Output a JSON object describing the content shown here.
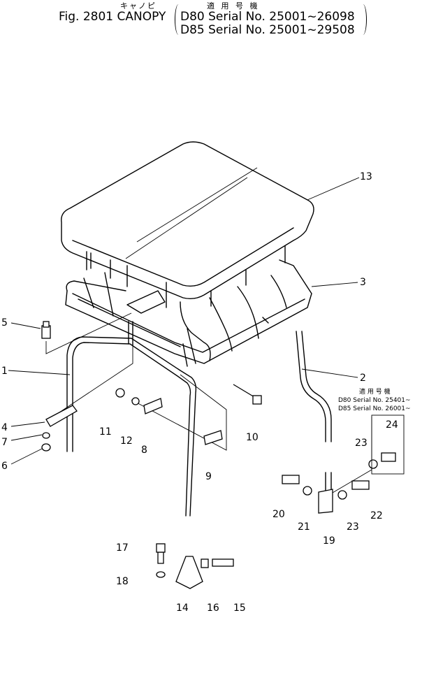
{
  "header": {
    "jp_title": "キャノピ",
    "jp_applicable": "適 用 号 機",
    "fig_title": "Fig. 2801 CANOPY",
    "serial_d80": "D80 Serial No. 25001~26098",
    "serial_d85": "D85 Serial No. 25001~29508"
  },
  "note": {
    "jp": "適 用 号 機",
    "d80": "D80 Serial No. 25401~",
    "d85": "D85 Serial No. 26001~"
  },
  "callouts": [
    "1",
    "2",
    "3",
    "4",
    "5",
    "6",
    "7",
    "8",
    "9",
    "10",
    "11",
    "12",
    "13",
    "14",
    "15",
    "16",
    "17",
    "18",
    "19",
    "20",
    "21",
    "22",
    "23",
    "23",
    "24"
  ]
}
